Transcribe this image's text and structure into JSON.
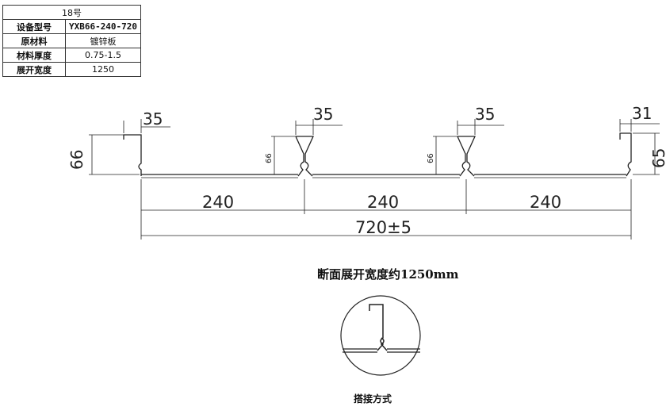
{
  "spec_table": {
    "header": "18号",
    "rows": [
      {
        "label": "设备型号",
        "value": "YXB66-240-720"
      },
      {
        "label": "原材料",
        "value": "镀锌板"
      },
      {
        "label": "材料厚度",
        "value": "0.75-1.5"
      },
      {
        "label": "展开宽度",
        "value": "1250"
      }
    ]
  },
  "dimensions": {
    "left_flange_width": "35",
    "left_height": "66",
    "rib1_width": "35",
    "rib1_height": "66",
    "rib2_width": "35",
    "rib2_height": "66",
    "right_flange_width": "31",
    "right_height": "65",
    "span1": "240",
    "span2": "240",
    "span3": "240",
    "total_width": "720±5"
  },
  "captions": {
    "unfold_width": "断面展开宽度约1250mm",
    "overlap_method": "搭接方式"
  }
}
